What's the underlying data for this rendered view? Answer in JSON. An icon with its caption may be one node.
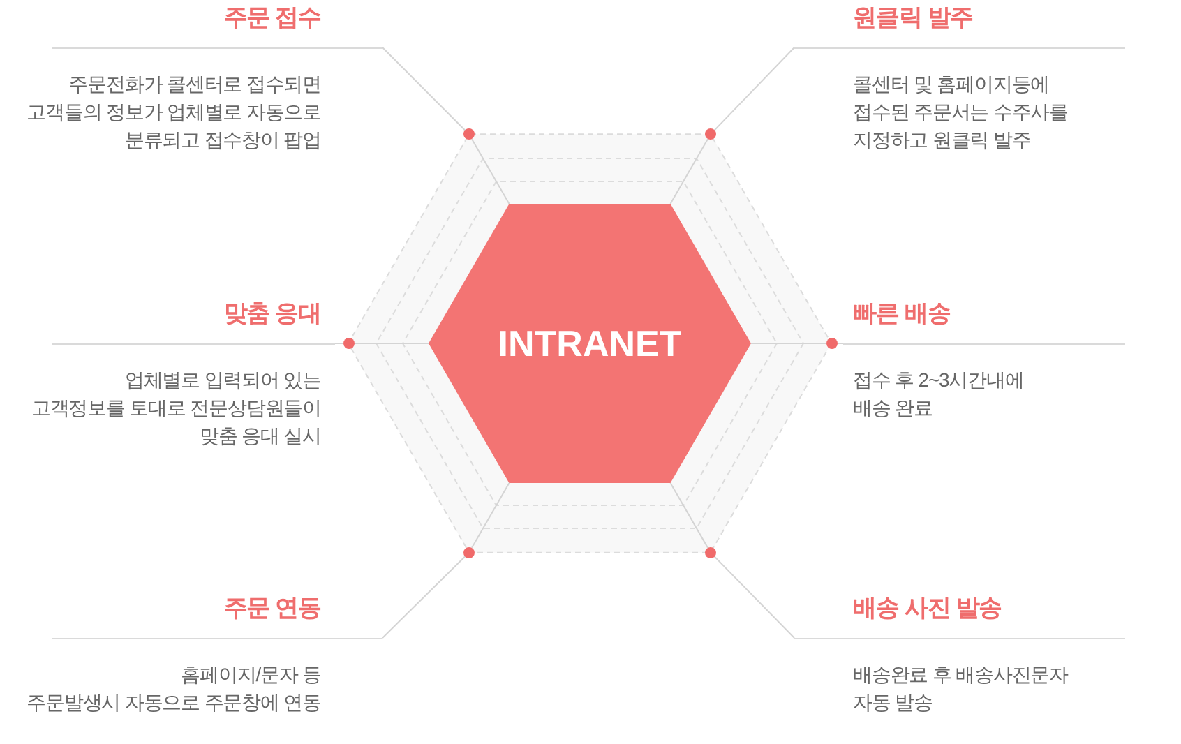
{
  "diagram": {
    "nodes": [
      {
        "text": [
          "INTRANET"
        ]
      },
      {
        "text": [
          "주문 접수",
          "주문전화가 콜센터로 접수되면 고객들의 정보가 업체별로 자동으로 분류되고 접수창이 팝업"
        ]
      },
      {
        "text": [
          "원클릭 발주",
          "콜센터 및 홈페이지등에 접수된 주문서는 수주사를 지정하고 원클릭 발주"
        ]
      },
      {
        "text": [
          "맞춤 응대",
          "업체별로 입력되어 있는 고객정보를 토대로 전문상담원들이 맞춤 응대 실시"
        ]
      },
      {
        "text": [
          "빠른 배송",
          "접수 후 2~3시간내에 배송 완료"
        ]
      },
      {
        "text": [
          "주문 연동",
          "홈페이지/문자 등 주문발생시 자동으로 주문창에 연동"
        ]
      },
      {
        "text": [
          "배송 사진 발송",
          "배송완료 후 배송사진문자 자동 발송"
        ]
      },
      {
        "text": [],
        "shape": "circle"
      },
      {
        "text": [],
        "shape": "circle"
      },
      {
        "text": [],
        "shape": "circle"
      },
      {
        "text": [],
        "shape": "circle"
      },
      {
        "text": [],
        "shape": "circle"
      },
      {
        "text": [],
        "shape": "circle"
      }
    ],
    "edges": [
      {
        "from": 1,
        "to": 7,
        "arrow": "none"
      },
      {
        "from": 7,
        "to": 0,
        "arrow": "none"
      },
      {
        "from": 2,
        "to": 8,
        "arrow": "none"
      },
      {
        "from": 8,
        "to": 0,
        "arrow": "none"
      },
      {
        "from": 3,
        "to": 9,
        "arrow": "none"
      },
      {
        "from": 9,
        "to": 0,
        "arrow": "none"
      },
      {
        "from": 4,
        "to": 10,
        "arrow": "none"
      },
      {
        "from": 10,
        "to": 0,
        "arrow": "none"
      },
      {
        "from": 5,
        "to": 11,
        "arrow": "none"
      },
      {
        "from": 11,
        "to": 0,
        "arrow": "none"
      },
      {
        "from": 6,
        "to": 12,
        "arrow": "none"
      },
      {
        "from": 12,
        "to": 0,
        "arrow": "none"
      }
    ]
  }
}
